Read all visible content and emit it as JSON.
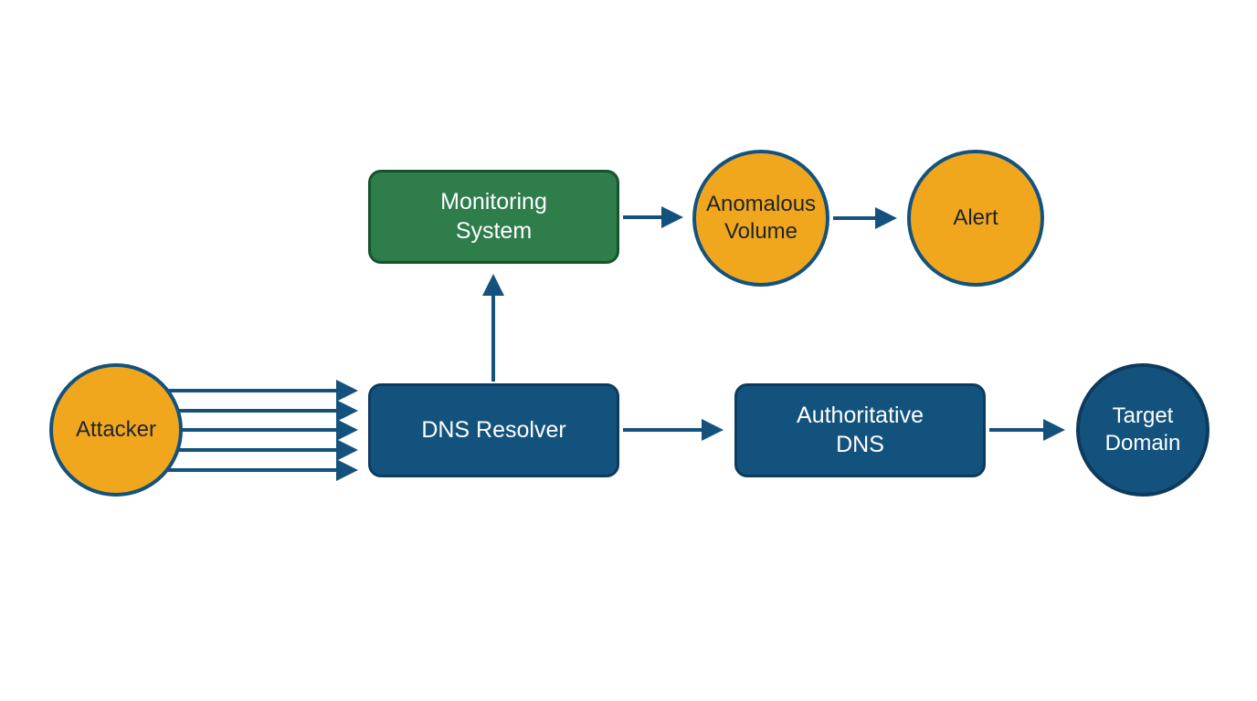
{
  "title": "DNS attack detection flow diagram",
  "nodes": {
    "attacker": {
      "label": "Attacker",
      "shape": "circle",
      "fill": "orange"
    },
    "dns_resolver": {
      "label": "DNS Resolver",
      "shape": "rect",
      "fill": "blue"
    },
    "monitoring_system": {
      "label": "Monitoring System",
      "shape": "rect",
      "fill": "green"
    },
    "anomalous_volume": {
      "label": "Anomalous Volume",
      "shape": "circle",
      "fill": "orange"
    },
    "alert": {
      "label": "Alert",
      "shape": "circle",
      "fill": "orange"
    },
    "authoritative_dns": {
      "label": "Authoritative DNS",
      "shape": "rect",
      "fill": "blue"
    },
    "target_domain": {
      "label": "Target Domain",
      "shape": "circle",
      "fill": "blue"
    }
  },
  "edges": [
    {
      "from": "attacker",
      "to": "dns_resolver",
      "count": 5,
      "style": "parallel-flood"
    },
    {
      "from": "dns_resolver",
      "to": "monitoring_system",
      "count": 1,
      "style": "vertical-up"
    },
    {
      "from": "monitoring_system",
      "to": "anomalous_volume",
      "count": 1,
      "style": "horizontal"
    },
    {
      "from": "anomalous_volume",
      "to": "alert",
      "count": 1,
      "style": "horizontal"
    },
    {
      "from": "dns_resolver",
      "to": "authoritative_dns",
      "count": 1,
      "style": "horizontal"
    },
    {
      "from": "authoritative_dns",
      "to": "target_domain",
      "count": 1,
      "style": "horizontal"
    }
  ],
  "colors": {
    "blue": "#14527E",
    "blueBorder": "#0D3B5E",
    "green": "#2E7D4B",
    "greenBorder": "#14532D",
    "orange": "#F0A71E",
    "circleBorder": "#14527E",
    "arrow": "#14527E"
  }
}
